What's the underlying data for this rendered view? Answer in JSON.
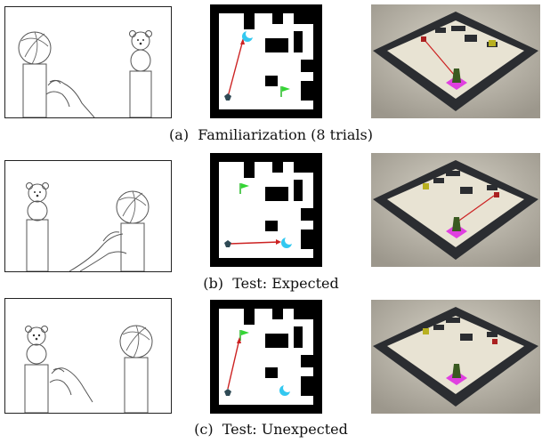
{
  "rows": [
    {
      "caption_letter": "(a)",
      "caption_text": "Familiarization (8 trials)"
    },
    {
      "caption_letter": "(b)",
      "caption_text": "Test: Expected"
    },
    {
      "caption_letter": "(c)",
      "caption_text": "Test: Unexpected"
    }
  ],
  "colors": {
    "agent_line": "#cc2222",
    "crescent": "#33c8f0",
    "flag": "#33d633",
    "pentagon": "#2f4a55",
    "magenta": "#e040e0",
    "floor3d": "#e8e3d3",
    "wall3d": "#2b2d31"
  }
}
